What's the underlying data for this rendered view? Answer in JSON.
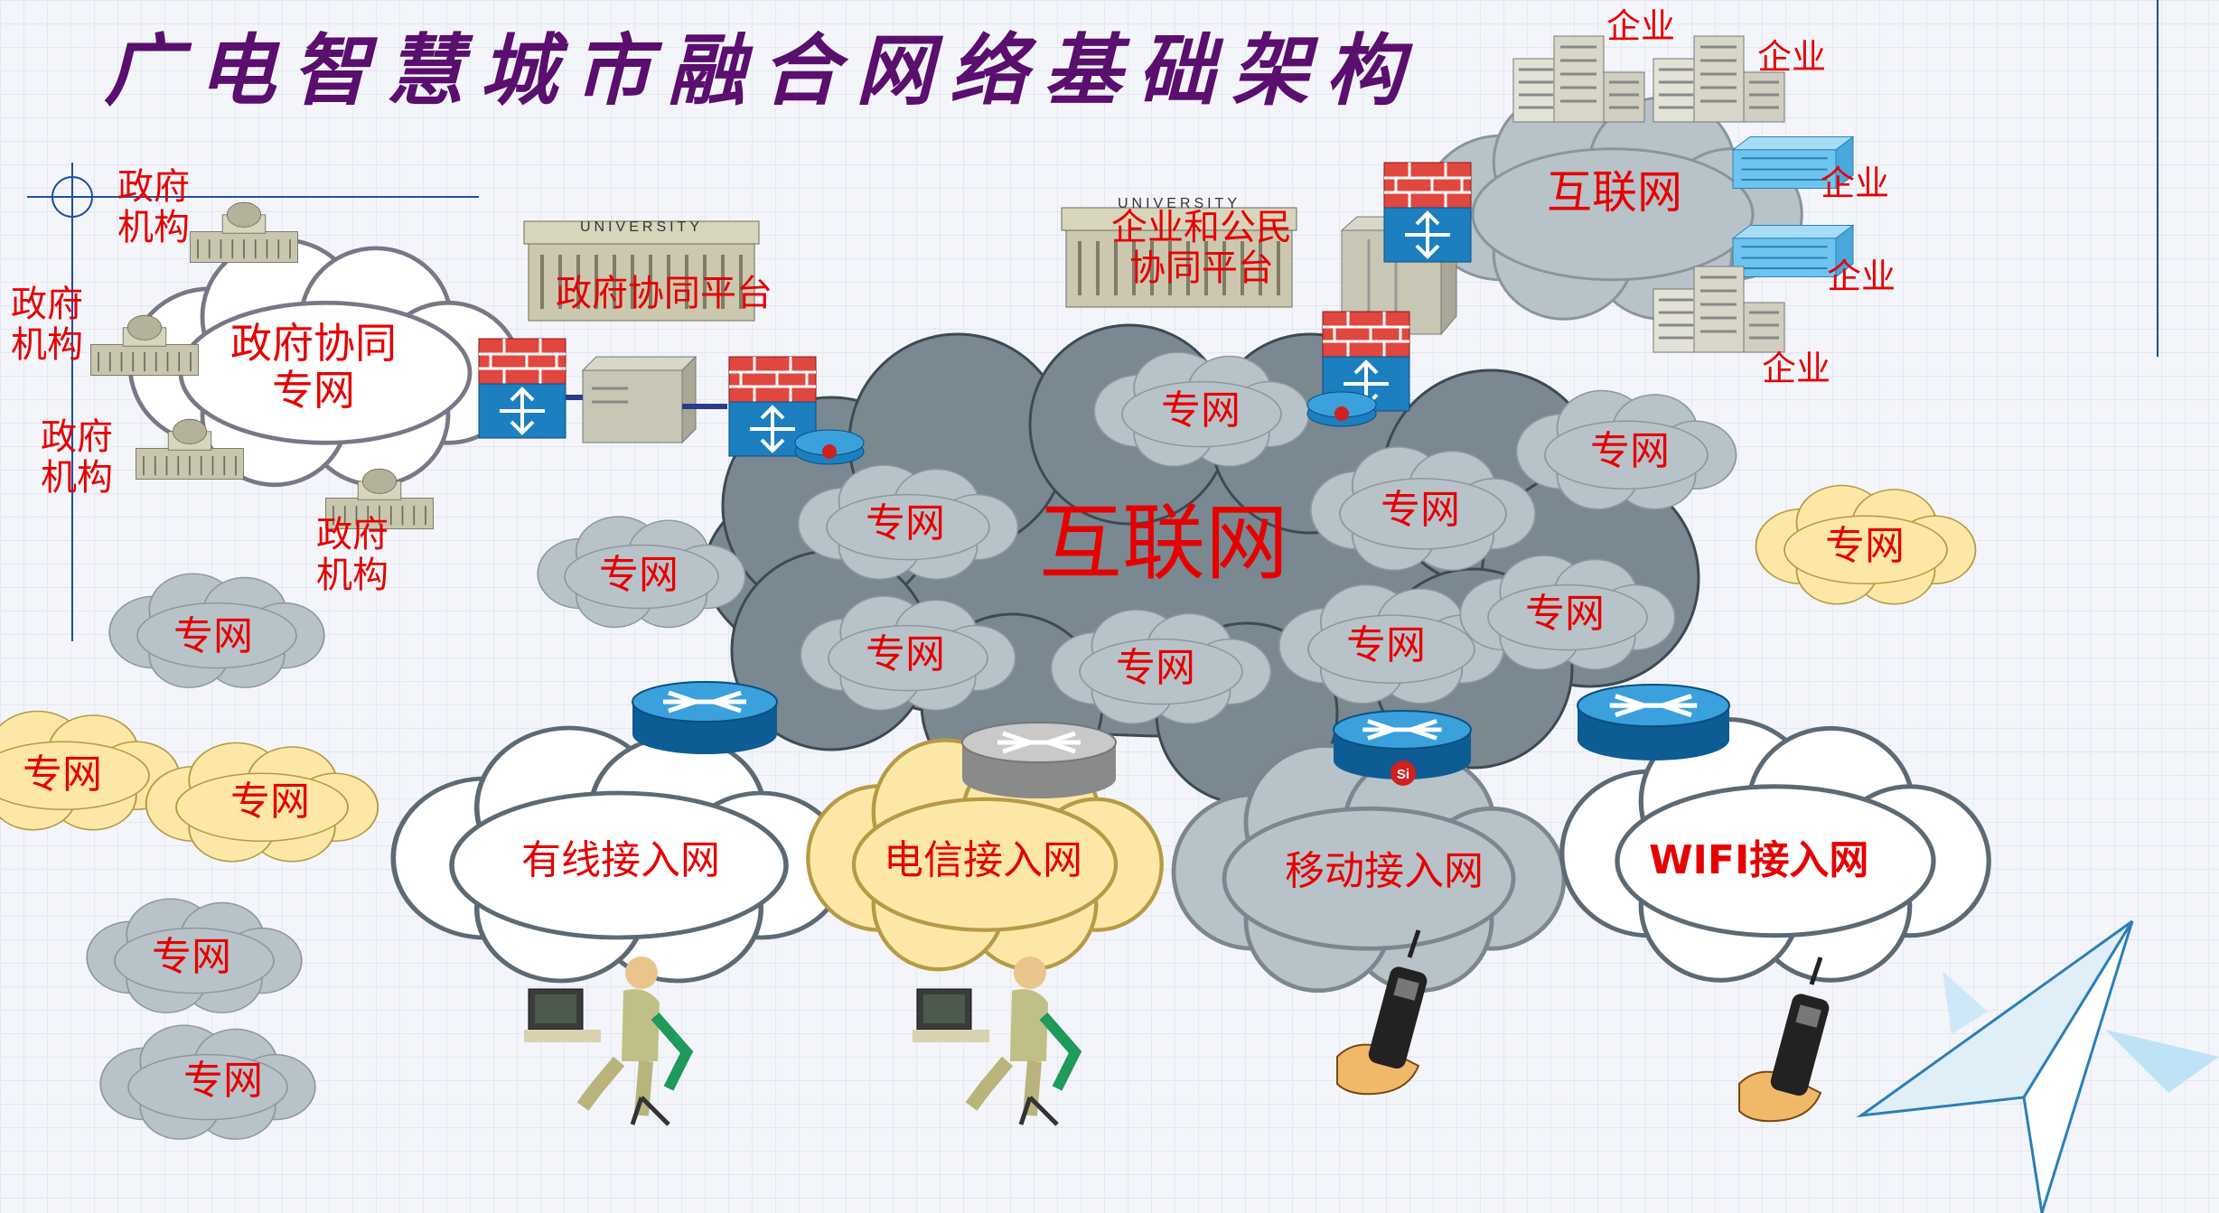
{
  "title": "广电智慧城市融合网络基础架构",
  "labels": {
    "gov": "政府机构",
    "gov_split": [
      "政府",
      "机构"
    ],
    "enterprise": "企业",
    "private_net": "专网",
    "internet": "互联网",
    "gov_collab_net": [
      "政府协同",
      "专网"
    ],
    "gov_platform": "政府协同平台",
    "ent_platform": [
      "企业和公民",
      "协同平台"
    ],
    "university": "UNIVERSITY",
    "si": "Si",
    "wired": "有线接入网",
    "telecom": "电信接入网",
    "mobile": "移动接入网",
    "wifi": "WIFI接入网"
  },
  "colors": {
    "label_red": "#e60000",
    "title_purple": "#5a0e6e",
    "gray_cloud": "#b8c2c9",
    "dark_cloud": "#7a8892",
    "yellow_cloud": "#fde7a6",
    "white_cloud": "#ffffff",
    "router_blue": "#1c7fbf",
    "firewall_red": "#e0473f"
  }
}
